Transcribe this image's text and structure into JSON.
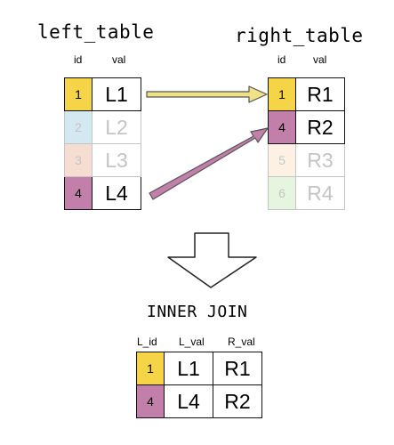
{
  "left_table": {
    "title": "left_table",
    "headers": {
      "id": "id",
      "val": "val"
    },
    "rows": [
      {
        "id": "1",
        "val": "L1",
        "color": "#f5d547",
        "matched": true
      },
      {
        "id": "2",
        "val": "L2",
        "color": "#d4e8f2",
        "matched": false
      },
      {
        "id": "3",
        "val": "L3",
        "color": "#f6ddd2",
        "matched": false
      },
      {
        "id": "4",
        "val": "L4",
        "color": "#c17fa9",
        "matched": true
      }
    ]
  },
  "right_table": {
    "title": "right_table",
    "headers": {
      "id": "id",
      "val": "val"
    },
    "rows": [
      {
        "id": "1",
        "val": "R1",
        "color": "#f5d547",
        "matched": true
      },
      {
        "id": "4",
        "val": "R2",
        "color": "#c17fa9",
        "matched": true
      },
      {
        "id": "5",
        "val": "R3",
        "color": "#fdf1e4",
        "matched": false
      },
      {
        "id": "6",
        "val": "R4",
        "color": "#e6f5e0",
        "matched": false
      }
    ]
  },
  "operation": {
    "label": "INNER JOIN"
  },
  "result_table": {
    "headers": {
      "id": "L_id",
      "lval": "L_val",
      "rval": "R_val"
    },
    "rows": [
      {
        "id": "1",
        "lval": "L1",
        "rval": "R1",
        "color": "#f5d547"
      },
      {
        "id": "4",
        "lval": "L4",
        "rval": "R2",
        "color": "#c17fa9"
      }
    ]
  },
  "arrows": [
    {
      "from": "L1",
      "to": "R1",
      "color": "#f0e286"
    },
    {
      "from": "L4",
      "to": "R2",
      "color": "#c17fa9"
    }
  ]
}
